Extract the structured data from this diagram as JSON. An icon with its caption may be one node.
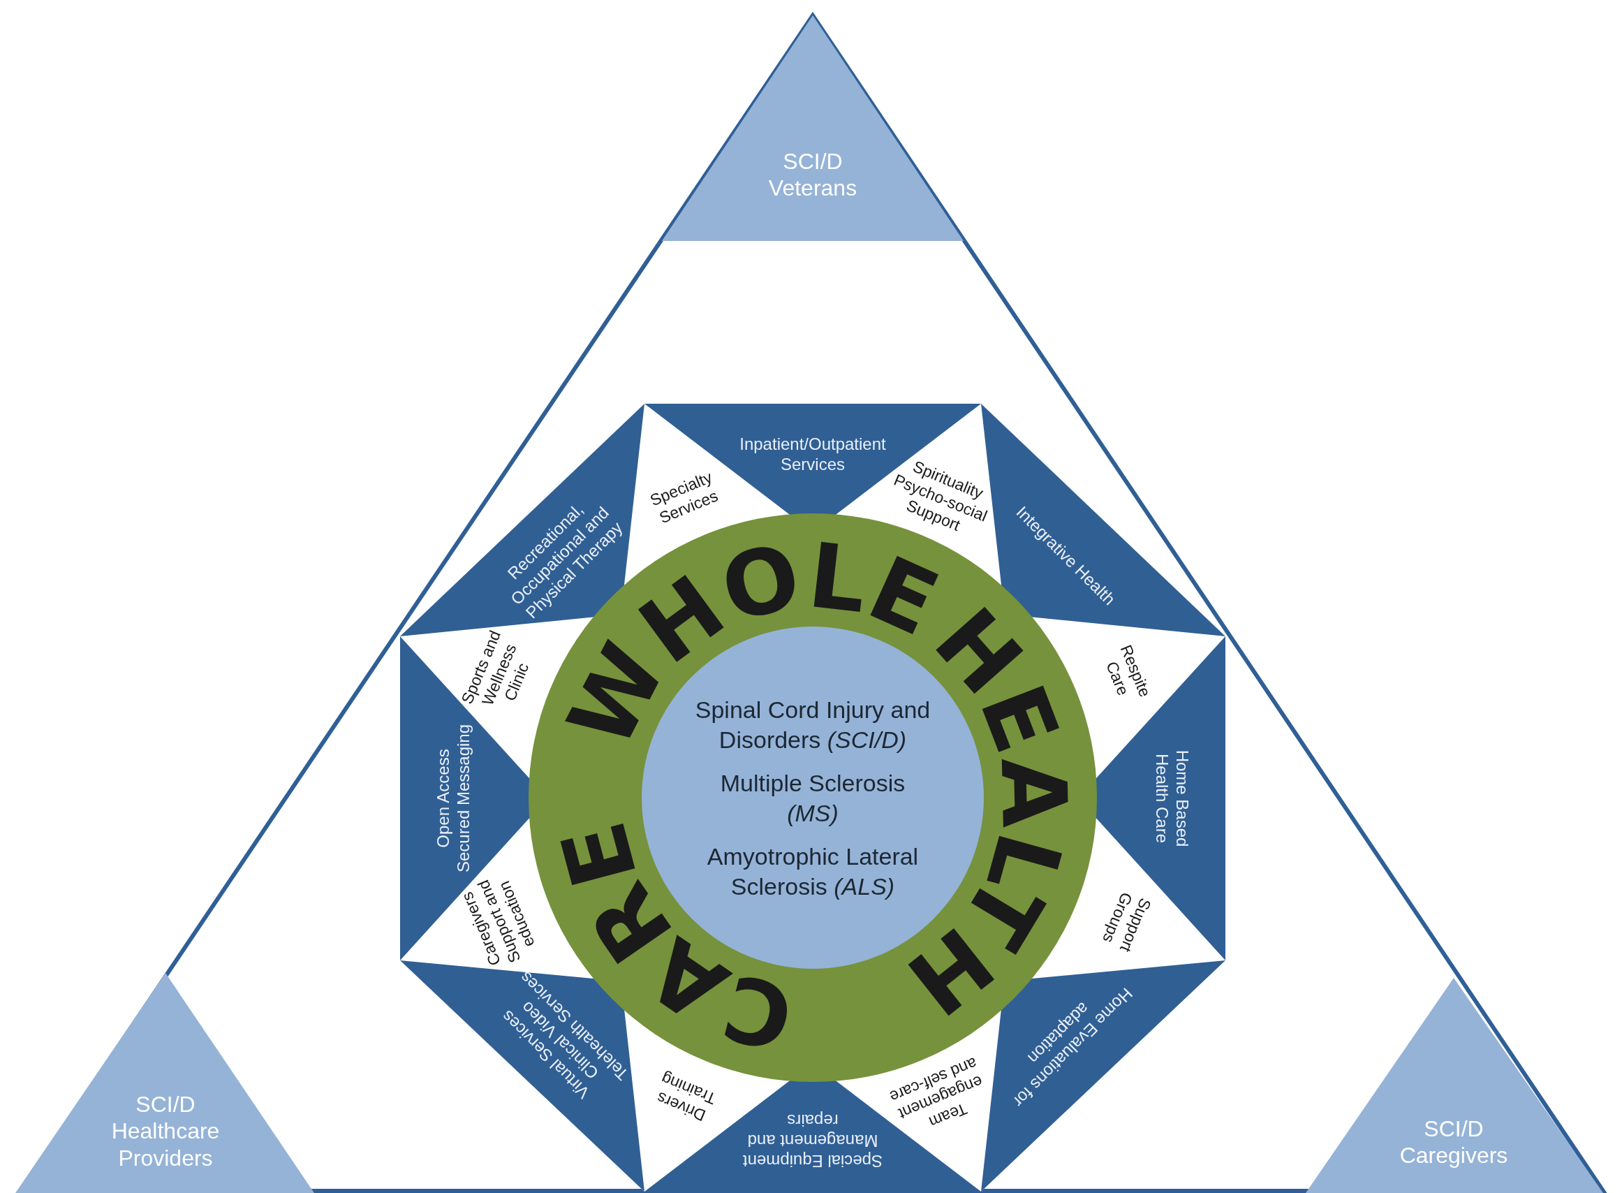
{
  "diagram": {
    "nodes": [
      {
        "text": [
          "SCI/D Veterans"
        ]
      },
      {
        "text": [
          "Recreational, Occupational and Physical Therapy"
        ]
      },
      {
        "text": [
          "Specialty Services"
        ]
      },
      {
        "text": [
          "Inpatient/Outpatient Services"
        ]
      },
      {
        "text": [
          "Spirituality Psycho-social Support"
        ]
      },
      {
        "text": [
          "Integrative Health"
        ]
      },
      {
        "text": [
          "Sports and Wellness Clinic"
        ]
      },
      {
        "text": [
          "WHOLE",
          "CARE",
          "HEALTH"
        ]
      },
      {
        "text": [
          "Spinal Cord Injury and Disorders *(SCI/D)*",
          "Multiple Sclerosis *(MS)*",
          "Amyotrophic Lateral Sclerosis *(ALS)*"
        ],
        "in": 7
      },
      {
        "text": [
          "Respite Care"
        ]
      },
      {
        "text": [
          "Open Access Secured Messaging"
        ]
      },
      {
        "text": [
          "Home Based Health Care"
        ]
      },
      {
        "text": [
          "Caregivers Support and education"
        ]
      },
      {
        "text": [
          "Support Groups"
        ]
      },
      {
        "text": [
          "Virtual Services Clinical Video Telehealth Services"
        ]
      },
      {
        "text": [
          "Home Evaluations for adaptation"
        ]
      },
      {
        "text": [
          "Drivers Training"
        ]
      },
      {
        "text": [
          "Team engagement and self-care"
        ]
      },
      {
        "text": [
          "Special Equipment Management and repairs"
        ]
      },
      {
        "text": [
          "SCI/D Healthcare Providers"
        ]
      },
      {
        "text": [
          "SCI/D Caregivers"
        ]
      }
    ]
  }
}
